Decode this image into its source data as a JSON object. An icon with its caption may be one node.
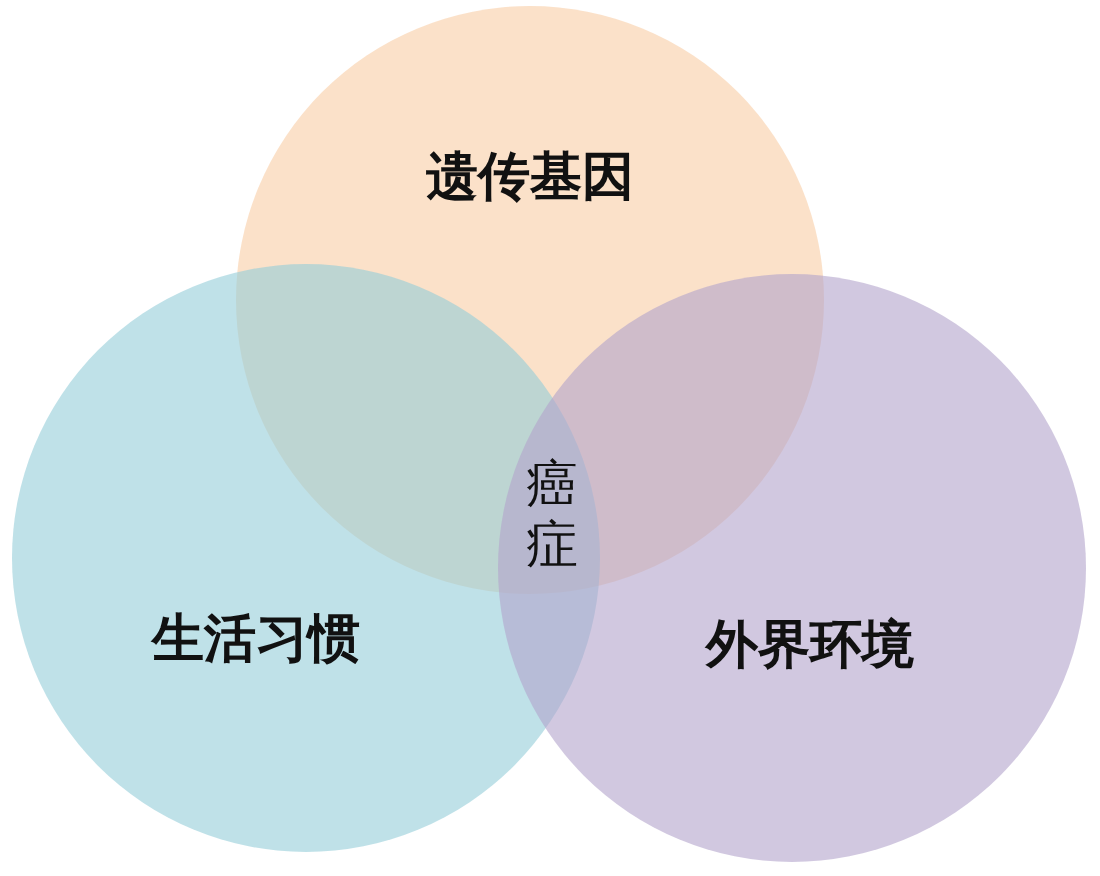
{
  "diagram": {
    "nodes": [
      {
        "text": [
          "遗传基因"
        ]
      },
      {
        "text": [
          "生活习惯"
        ]
      },
      {
        "text": [
          "外界环境"
        ]
      }
    ],
    "labels": [
      "癌症"
    ]
  }
}
